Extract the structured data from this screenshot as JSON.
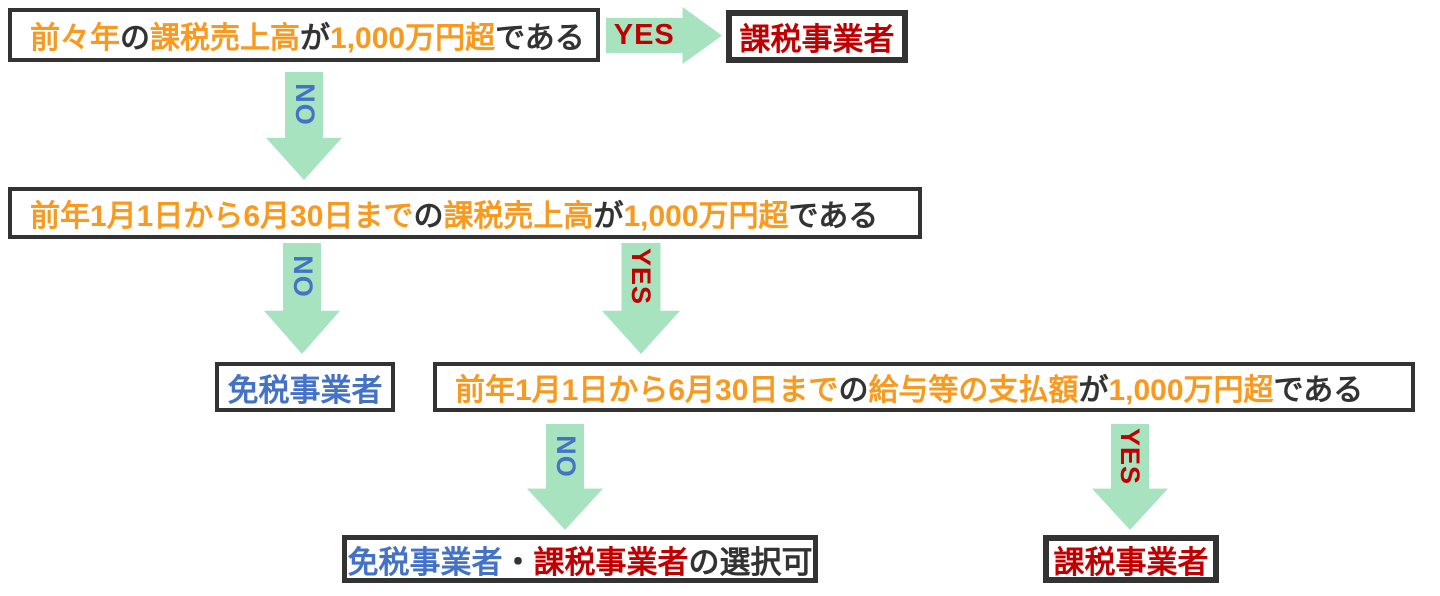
{
  "palette": {
    "highlight_orange": "#F89A20",
    "body_dark": "#333333",
    "exempt_blue": "#4472C4",
    "taxable_red": "#C00000",
    "arrow_green": "#A6E3BE",
    "border_dark": "#333333",
    "background": "#FFFFFF"
  },
  "arrows": {
    "fill": "#A6E3BE",
    "yes_label": "YES",
    "yes_color": "#C00000",
    "no_label": "NO",
    "no_color": "#4472C4"
  },
  "nodes": {
    "q1": {
      "segments": [
        {
          "text": "前々年",
          "color": "#F89A20"
        },
        {
          "text": "の",
          "color": "#333333"
        },
        {
          "text": "課税売上高",
          "color": "#F89A20"
        },
        {
          "text": "が",
          "color": "#333333"
        },
        {
          "text": "1,000万円超",
          "color": "#F89A20"
        },
        {
          "text": "である",
          "color": "#333333"
        }
      ]
    },
    "taxable_top": {
      "text": "課税事業者",
      "color": "#C00000"
    },
    "q2": {
      "segments": [
        {
          "text": "前年1月1日から6月30日まで",
          "color": "#F89A20"
        },
        {
          "text": "の",
          "color": "#333333"
        },
        {
          "text": "課税売上高",
          "color": "#F89A20"
        },
        {
          "text": "が",
          "color": "#333333"
        },
        {
          "text": "1,000万円超",
          "color": "#F89A20"
        },
        {
          "text": "である",
          "color": "#333333"
        }
      ]
    },
    "exempt": {
      "text": "免税事業者",
      "color": "#4472C4"
    },
    "q3": {
      "segments": [
        {
          "text": "前年1月1日から6月30日まで",
          "color": "#F89A20"
        },
        {
          "text": "の",
          "color": "#333333"
        },
        {
          "text": "給与等の支払額",
          "color": "#F89A20"
        },
        {
          "text": "が",
          "color": "#333333"
        },
        {
          "text": "1,000万円超",
          "color": "#F89A20"
        },
        {
          "text": "である",
          "color": "#333333"
        }
      ]
    },
    "choice": {
      "segments": [
        {
          "text": "免税事業者",
          "color": "#4472C4"
        },
        {
          "text": "・",
          "color": "#333333"
        },
        {
          "text": "課税事業者",
          "color": "#C00000"
        },
        {
          "text": "の選択可",
          "color": "#333333"
        }
      ]
    },
    "taxable_bottom": {
      "text": "課税事業者",
      "color": "#C00000"
    }
  }
}
